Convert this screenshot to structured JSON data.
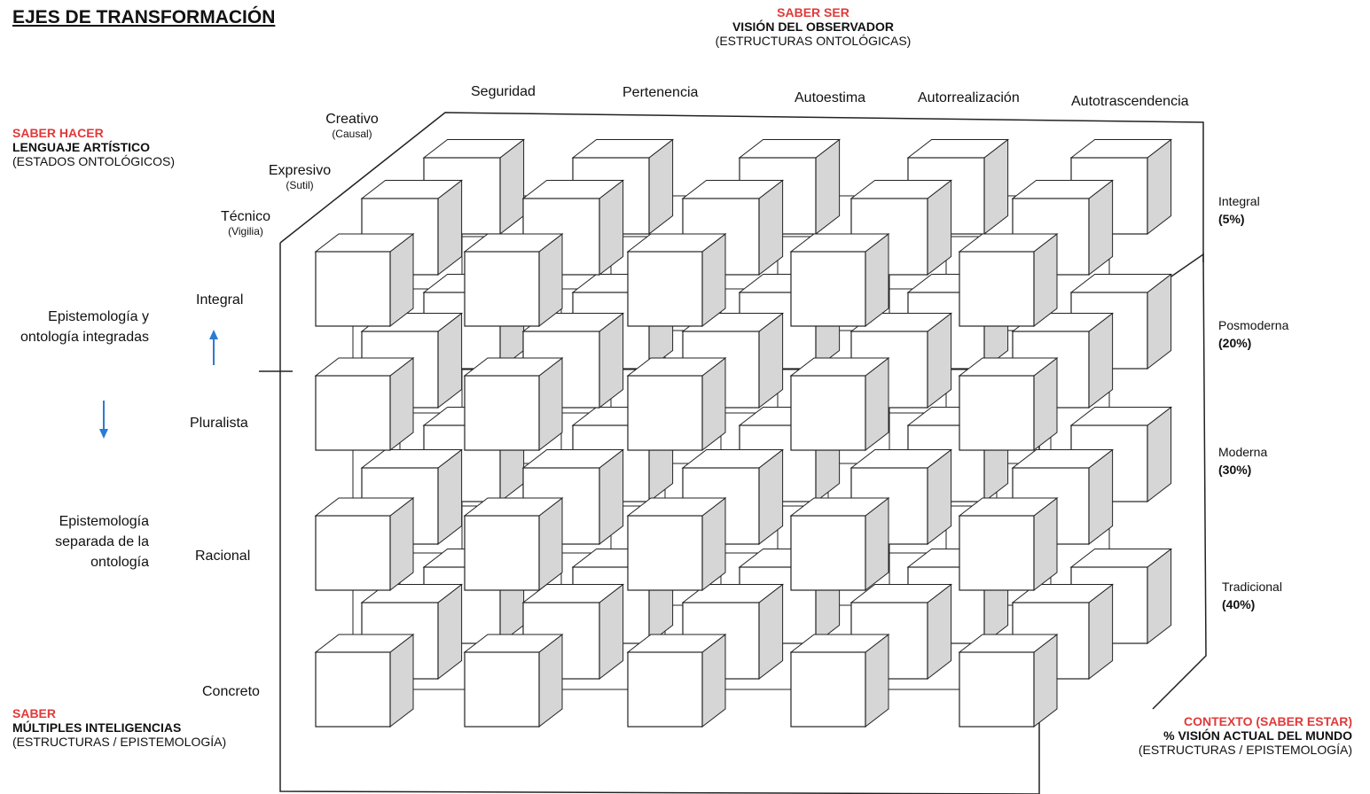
{
  "title": "EJES DE TRANSFORMACIÓN",
  "saber_ser": {
    "heading": "SABER SER",
    "line1": "VISIÓN DEL OBSERVADOR",
    "line2": "(ESTRUCTURAS ONTOLÓGICAS)"
  },
  "saber_hacer": {
    "heading": "SABER HACER",
    "line1": "LENGUAJE ARTÍSTICO",
    "line2": "(ESTADOS ONTOLÓGICOS)"
  },
  "saber": {
    "heading": "SABER",
    "line1": "MÚLTIPLES INTELIGENCIAS",
    "line2": "(ESTRUCTURAS / EPISTEMOLOGÍA)"
  },
  "contexto": {
    "heading": "CONTEXTO  (SABER ESTAR)",
    "line1": "%  VISIÓN ACTUAL DEL MUNDO",
    "line2": "(ESTRUCTURAS / EPISTEMOLOGÍA)"
  },
  "top_axis": [
    "Seguridad",
    "Pertenencia",
    "Autoestima",
    "Autorrealización",
    "Autotrascendencia"
  ],
  "depth_axis": [
    {
      "label": "Creativo",
      "sub": "(Causal)"
    },
    {
      "label": "Expresivo",
      "sub": "(Sutil)"
    },
    {
      "label": "Técnico",
      "sub": "(Vigilia)"
    }
  ],
  "vertical_axis": [
    "Integral",
    "Pluralista",
    "Racional",
    "Concreto"
  ],
  "epistemology": {
    "upper": "Epistemología y ontología integradas",
    "upper_l1": "Epistemología y",
    "upper_l2": "ontología integradas",
    "lower_l1": "Epistemología",
    "lower_l2": "separada de la",
    "lower_l3": "ontología"
  },
  "right_axis": [
    {
      "label": "Integral",
      "pct": "(5%)"
    },
    {
      "label": "Posmoderna",
      "pct": "(20%)"
    },
    {
      "label": "Moderna",
      "pct": "(30%)"
    },
    {
      "label": "Tradicional",
      "pct": "(40%)"
    }
  ],
  "colors": {
    "accent_red": "#e03a3a",
    "arrow_blue": "#2a7bd4",
    "cube_side": "#d6d6d6",
    "line": "#222222"
  },
  "icons": [
    "arrow-up-icon",
    "arrow-down-icon"
  ]
}
